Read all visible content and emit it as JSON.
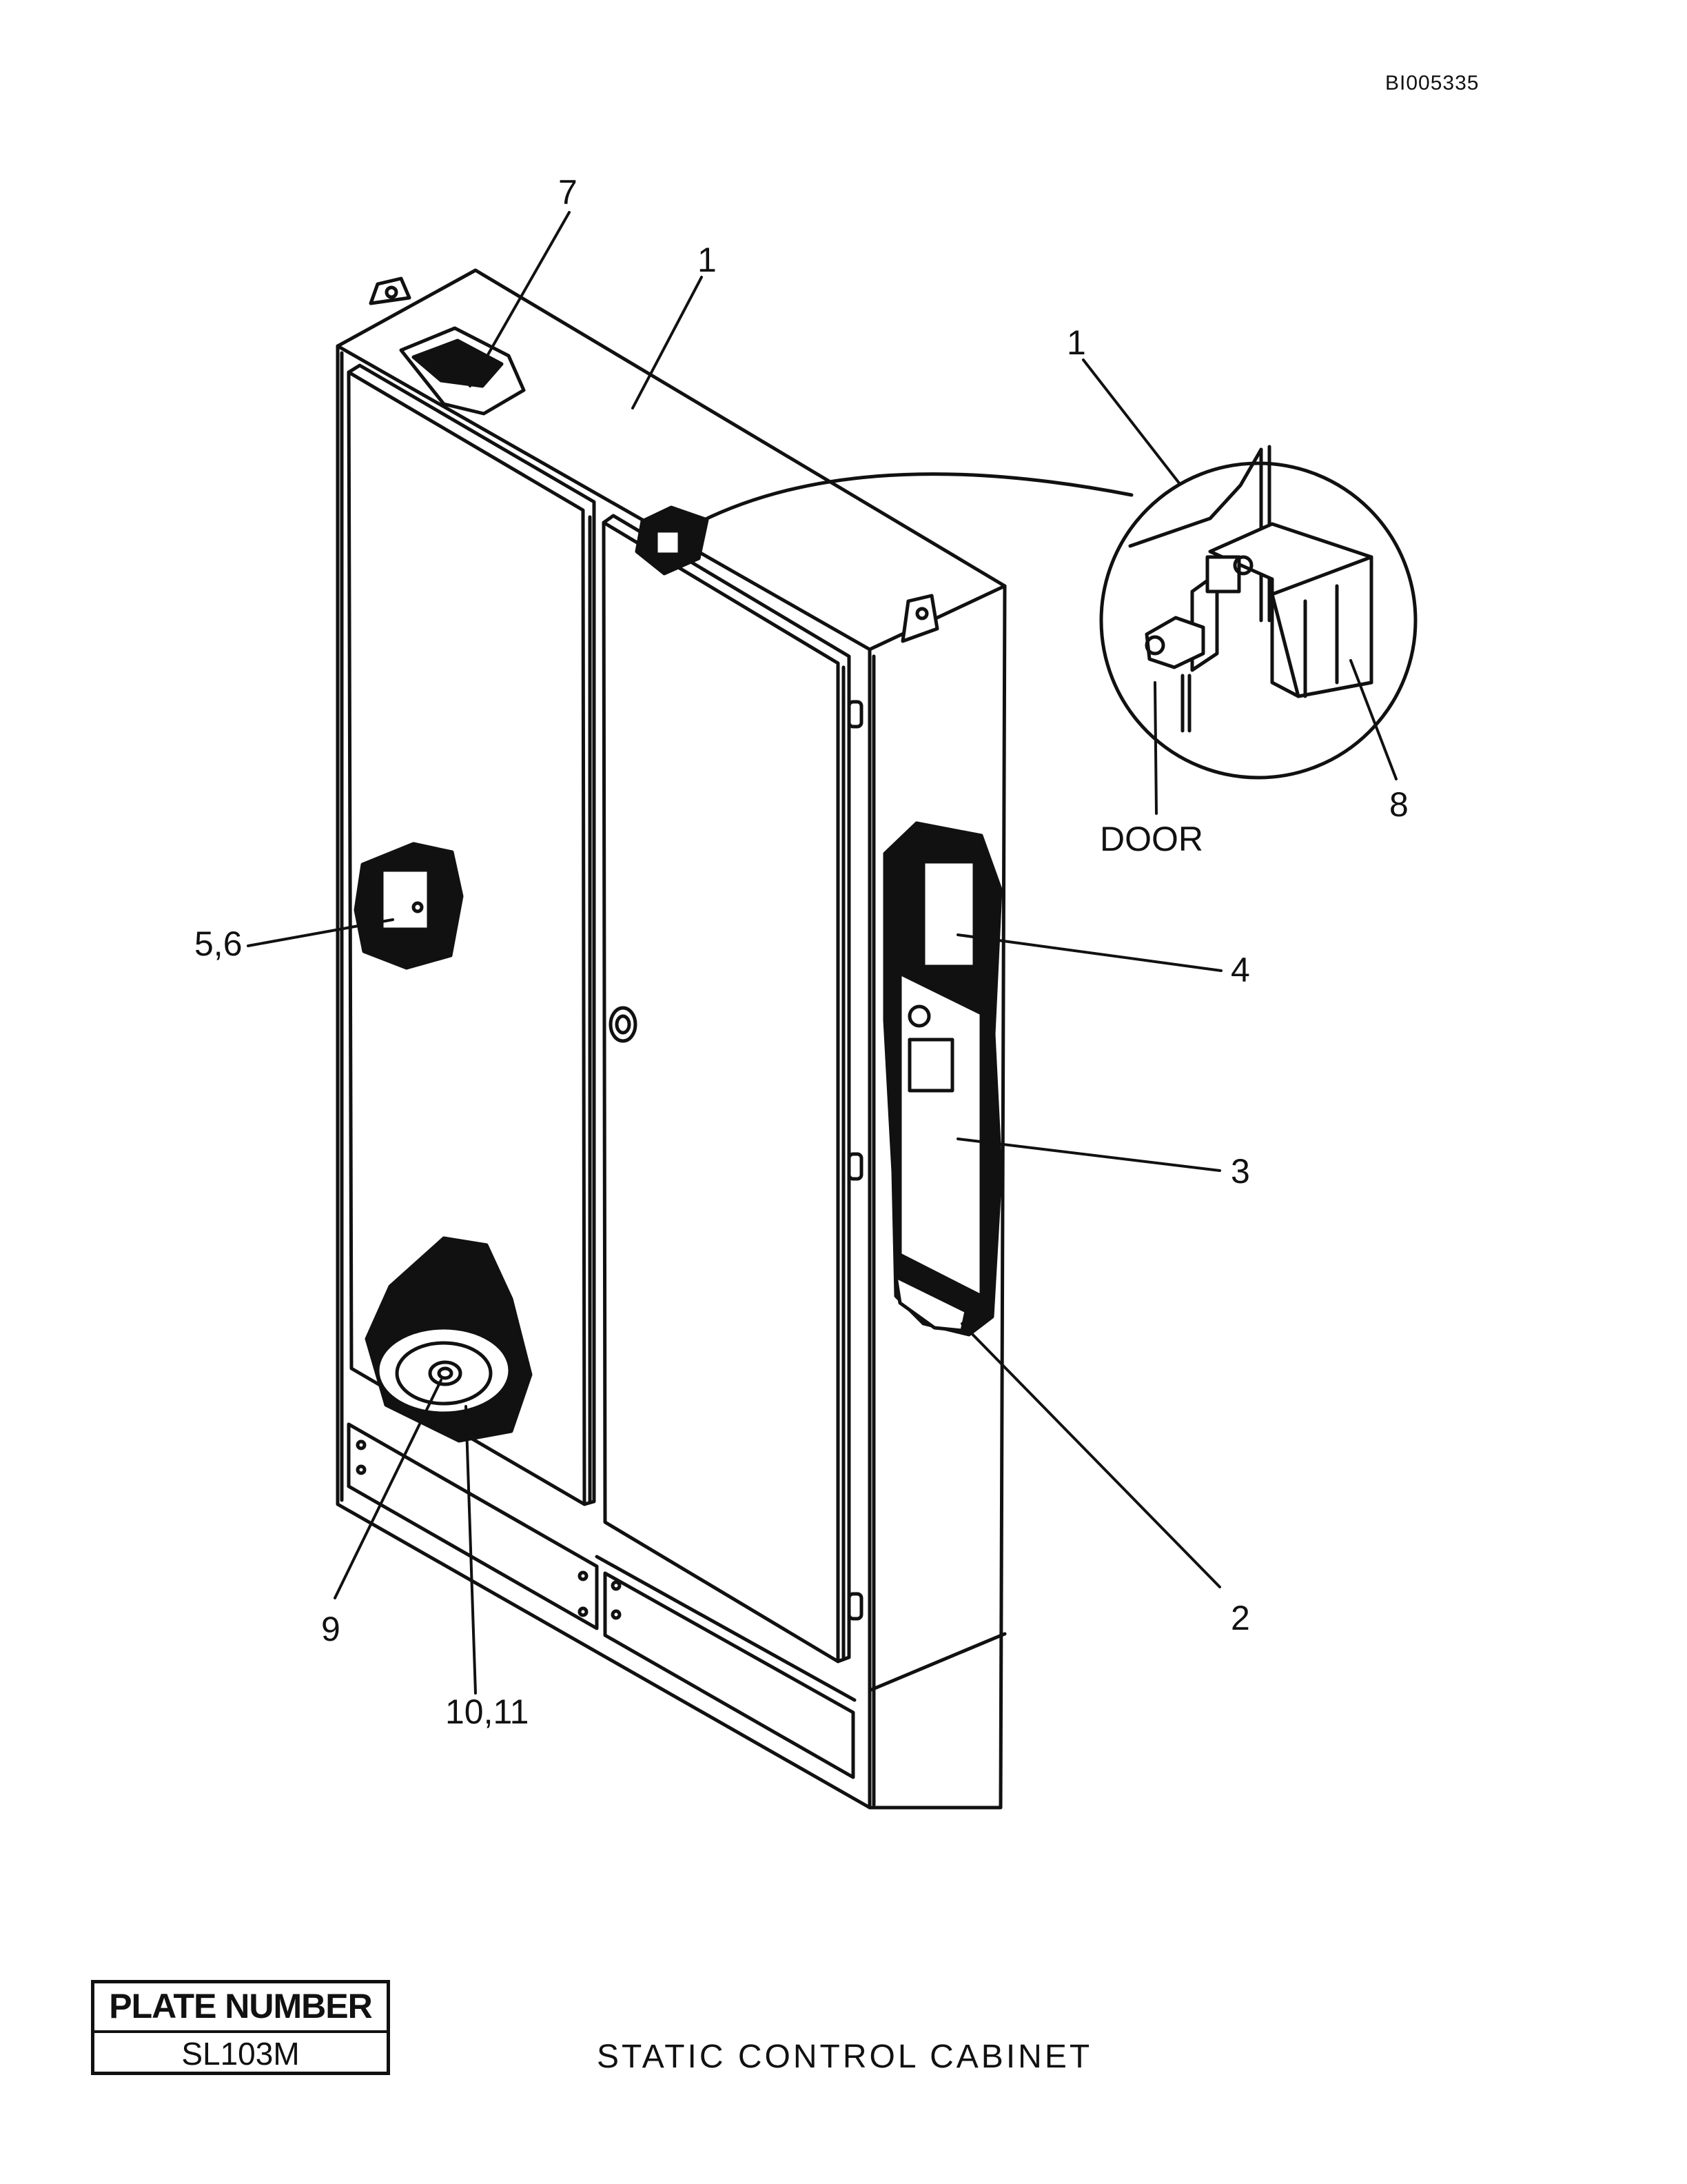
{
  "document_id": "BI005335",
  "plate": {
    "heading": "PLATE NUMBER",
    "number": "SL103M"
  },
  "caption": "STATIC CONTROL CABINET",
  "callouts": {
    "item_1_top": "1",
    "item_1_detail": "1",
    "item_2": "2",
    "item_3": "3",
    "item_4": "4",
    "item_5_6": "5,6",
    "item_7": "7",
    "item_8": "8",
    "item_9": "9",
    "item_10_11": "10,11",
    "door": "DOOR"
  }
}
